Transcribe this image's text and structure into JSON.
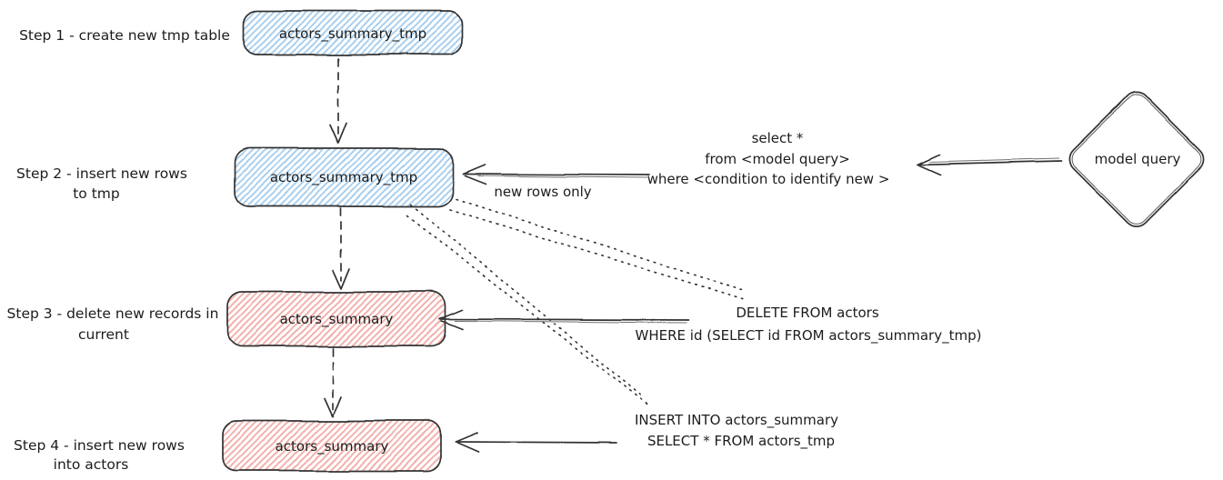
{
  "diagram": {
    "steps": [
      {
        "label_lines": [
          "Step 1 - create new tmp table",
          ""
        ],
        "node_label": "actors_summary_tmp",
        "node_color": "blue"
      },
      {
        "label_lines": [
          "Step 2 - insert new rows",
          "to tmp"
        ],
        "node_label": "actors_summary_tmp",
        "node_color": "blue"
      },
      {
        "label_lines": [
          "Step 3 - delete new records in",
          "current"
        ],
        "node_label": "actors_summary",
        "node_color": "red"
      },
      {
        "label_lines": [
          "Step 4 - insert new rows",
          "into actors"
        ],
        "node_label": "actors_summary",
        "node_color": "red"
      }
    ],
    "model_query_label": "model query",
    "annotations": {
      "select_query_lines": [
        "select *",
        "from <model query>",
        "where <condition to identify new >"
      ],
      "new_rows_only_label": "new rows only",
      "delete_query_lines": [
        "DELETE FROM actors",
        "WHERE id (SELECT id FROM actors_summary_tmp)"
      ],
      "insert_query_lines": [
        "INSERT INTO actors_summary",
        "SELECT * FROM actors_tmp"
      ]
    },
    "colors": {
      "blue_node_hatch": "#a6cdee",
      "red_node_hatch": "#f2aeaa",
      "node_fill": "#ffffff",
      "stroke": "#333333",
      "text": "#1c1c1c"
    }
  }
}
